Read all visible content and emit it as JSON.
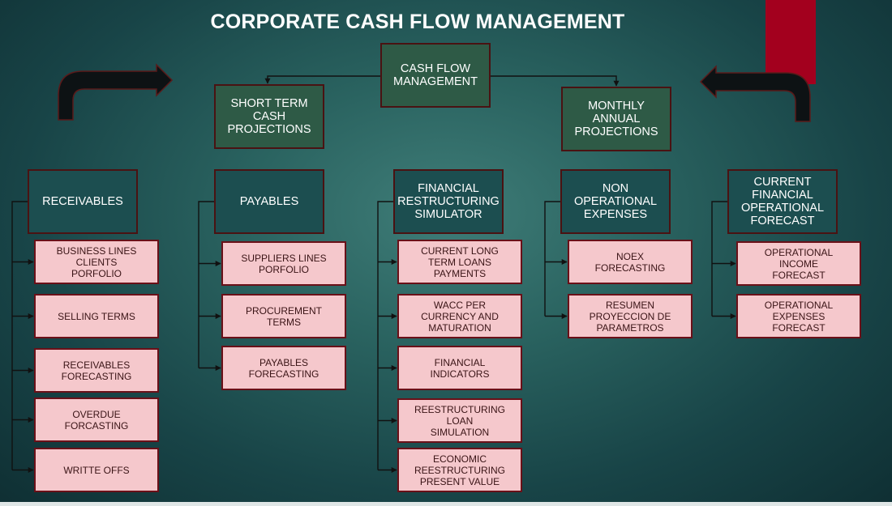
{
  "title": "CORPORATE CASH FLOW MANAGEMENT",
  "root": {
    "label": "CASH FLOW\nMANAGEMENT"
  },
  "level1": [
    {
      "label": "SHORT TERM\nCASH\nPROJECTIONS"
    },
    {
      "label": "MONTHLY\nANNUAL\nPROJECTIONS"
    }
  ],
  "categories": [
    {
      "label": "RECEIVABLES",
      "items": [
        "BUSINESS LINES\nCLIENTS\nPORFOLIO",
        "SELLING TERMS",
        "RECEIVABLES\nFORECASTING",
        "OVERDUE\nFORCASTING",
        "WRITTE OFFS"
      ]
    },
    {
      "label": "PAYABLES",
      "items": [
        "SUPPLIERS LINES\nPORFOLIO",
        "PROCUREMENT\nTERMS",
        "PAYABLES\nFORECASTING"
      ]
    },
    {
      "label": "FINANCIAL\nRESTRUCTURING\nSIMULATOR",
      "items": [
        "CURRENT LONG\nTERM LOANS\nPAYMENTS",
        "WACC PER\nCURRENCY AND\nMATURATION",
        "FINANCIAL\nINDICATORS",
        "REESTRUCTURING\nLOAN\nSIMULATION",
        "ECONOMIC\nREESTRUCTURING\nPRESENT VALUE"
      ]
    },
    {
      "label": "NON\nOPERATIONAL\nEXPENSES",
      "items": [
        "NOEX\nFORECASTING",
        "RESUMEN\nPROYECCION DE\nPARAMETROS"
      ]
    },
    {
      "label": "CURRENT\nFINANCIAL\nOPERATIONAL\nFORECAST",
      "items": [
        "OPERATIONAL\nINCOME\nFORECAST",
        "OPERATIONAL\nEXPENSES\nFORECAST"
      ]
    }
  ],
  "colors": {
    "dark_box": "#2e5a46",
    "category_box": "#1c4e50",
    "item_box": "#f5c8cc",
    "accent_red": "#a3001e",
    "arrow": "#0d1214"
  }
}
